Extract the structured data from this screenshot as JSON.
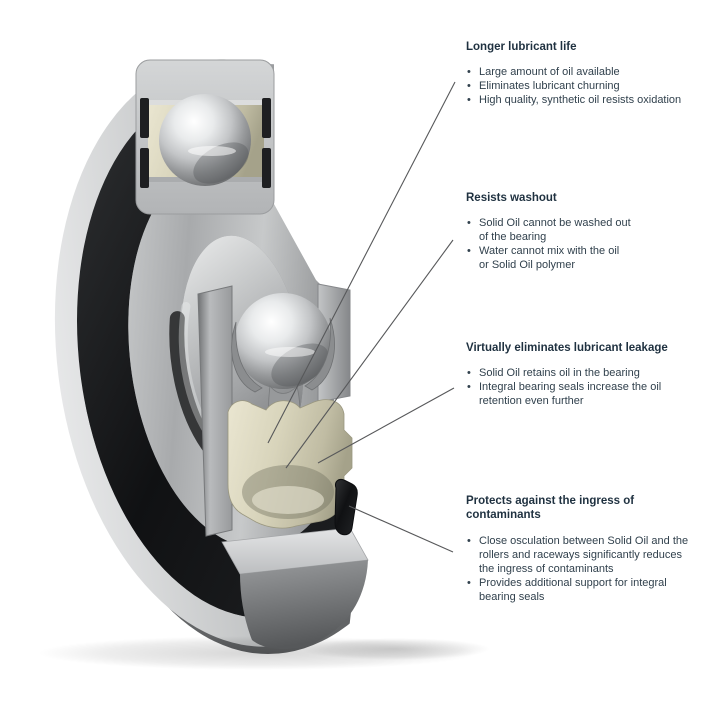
{
  "illustration": {
    "subject": "Cutaway 3D rendering of a sealed deep groove ball bearing filled with Solid Oil",
    "parts": [
      "outer ring",
      "seal ring",
      "bearing ball",
      "cage",
      "solid oil fill",
      "integral seal",
      "inner ring",
      "bore"
    ],
    "colors": {
      "steel_light": "#d9dadb",
      "steel_mid": "#a6a8aa",
      "steel_dark": "#6f7173",
      "seal_black": "#1a1b1d",
      "solid_oil_cream": "#d8d4bb",
      "chrome_highlight": "#f7f8f9",
      "leader_line": "#57585a"
    }
  },
  "annotations": [
    {
      "heading": "Longer lubricant life",
      "bullets": [
        "Large amount of oil available",
        "Eliminates lubricant churning",
        "High quality, synthetic oil resists oxidation"
      ]
    },
    {
      "heading": "Resists washout",
      "bullets": [
        "Solid Oil cannot be washed out\nof the bearing",
        "Water cannot mix with the oil\nor Solid Oil polymer"
      ]
    },
    {
      "heading": "Virtually eliminates lubricant leakage",
      "bullets": [
        "Solid Oil retains oil in the bearing",
        "Integral bearing seals increase the oil\nretention even further"
      ]
    },
    {
      "heading": "Protects against the ingress of\ncontaminants",
      "bullets": [
        "Close osculation between Solid Oil and the\nrollers and raceways significantly reduces\nthe ingress of contaminants",
        "Provides additional support for integral\nbearing seals"
      ]
    }
  ]
}
